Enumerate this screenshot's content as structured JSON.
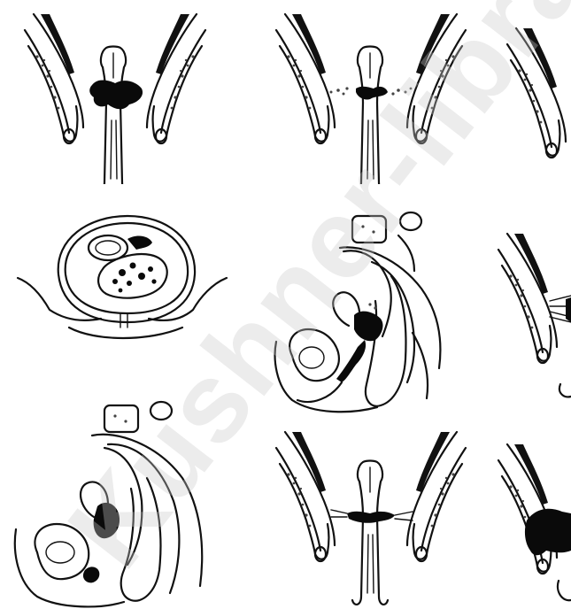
{
  "figure": {
    "panels": [
      {
        "id": "r1c1",
        "view": "coronal"
      },
      {
        "id": "r1c2",
        "view": "coronal"
      },
      {
        "id": "r1c3",
        "view": "coronal-partial"
      },
      {
        "id": "r2c1",
        "view": "axial"
      },
      {
        "id": "r2c2",
        "view": "sagittal"
      },
      {
        "id": "r2c3",
        "view": "coronal-partial"
      },
      {
        "id": "r3c1",
        "view": "sagittal"
      },
      {
        "id": "r3c2",
        "view": "coronal"
      },
      {
        "id": "r3c3",
        "view": "coronal-partial"
      }
    ]
  },
  "watermark": {
    "text": "Kushner-library"
  }
}
